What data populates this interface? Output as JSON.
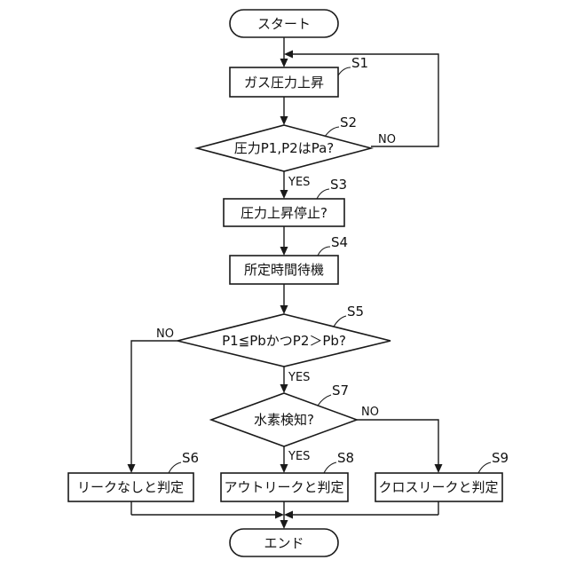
{
  "nodes": {
    "start": "スタート",
    "s1": "ガス圧力上昇",
    "s2": "圧力P1,P2はPa?",
    "s3": "圧力上昇停止?",
    "s4": "所定時間待機",
    "s5": "P1≦PbかつP2＞Pb?",
    "s6": "リークなしと判定",
    "s7": "水素検知?",
    "s8": "アウトリークと判定",
    "s9": "クロスリークと判定",
    "end": "エンド"
  },
  "steps": {
    "s1": "S1",
    "s2": "S2",
    "s3": "S3",
    "s4": "S4",
    "s5": "S5",
    "s6": "S6",
    "s7": "S7",
    "s8": "S8",
    "s9": "S9"
  },
  "branches": {
    "s2_yes": "YES",
    "s2_no": "NO",
    "s5_yes": "YES",
    "s5_no": "NO",
    "s7_yes": "YES",
    "s7_no": "NO"
  }
}
